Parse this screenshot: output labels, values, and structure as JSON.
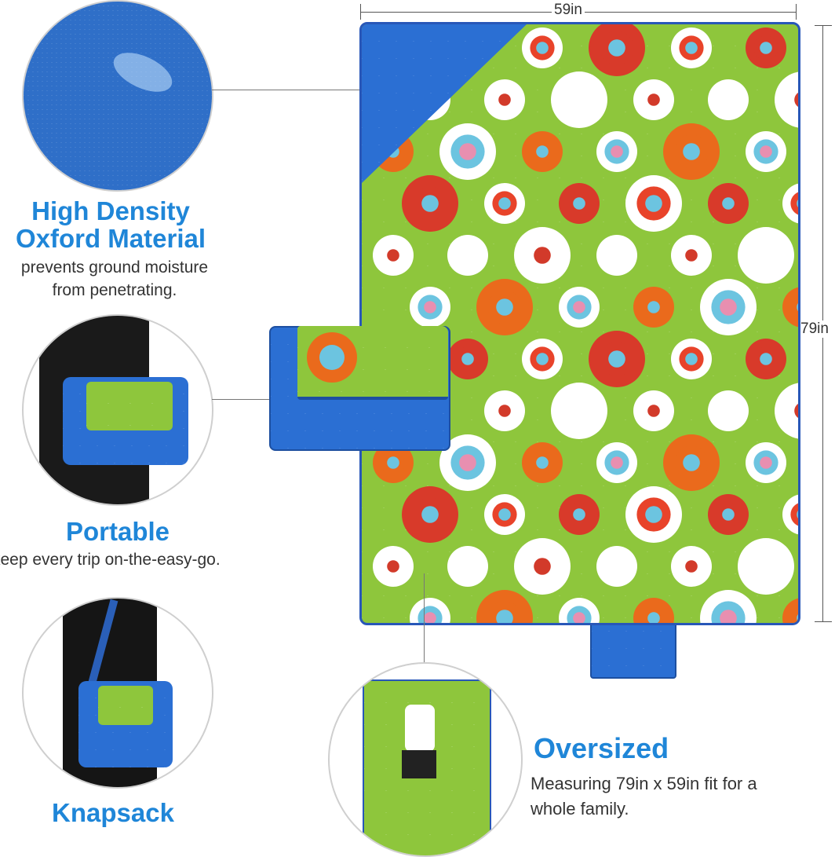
{
  "features": [
    {
      "title_line1": "High Density",
      "title_line2": "Oxford Material",
      "desc_line1": "prevents ground moisture",
      "desc_line2": "from penetrating."
    },
    {
      "title": "Portable",
      "desc": "keep every trip on-the-easy-go."
    },
    {
      "title": "Knapsack"
    },
    {
      "title": "Oversized",
      "desc_line1": "Measuring 79in x 59in fit for a",
      "desc_line2": "whole family."
    }
  ],
  "dimensions": {
    "width": "59in",
    "length": "79in"
  },
  "colors": {
    "accent": "#1f86d8",
    "mat_green": "#8ec63c",
    "mat_blue": "#2b6fd3"
  }
}
